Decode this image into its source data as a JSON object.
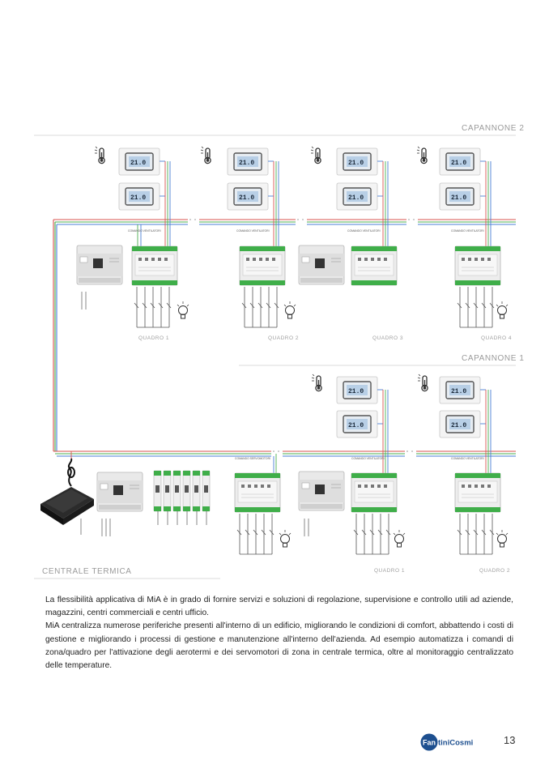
{
  "sections": {
    "capannone2": "CAPANNONE 2",
    "capannone1": "CAPANNONE 1",
    "centrale": "CENTRALE TERMICA"
  },
  "quadri_cap2": [
    "QUADRO 1",
    "QUADRO 2",
    "QUADRO 3",
    "QUADRO 4"
  ],
  "quadri_cap1": [
    "QUADRO 1",
    "QUADRO 2"
  ],
  "thermostat_display": "21.0",
  "module_caption": "COMANDO VENTILATORI",
  "module_caption_servo": "COMANDO SERVOMOTORI",
  "body_paragraphs": [
    "La flessibilità applicativa di MiA è in grado di fornire servizi e soluzioni di regolazione, supervisione e controllo utili ad aziende, magazzini, centri commerciali e centri ufficio.",
    "MiA centralizza numerose periferiche presenti all'interno di un edificio, migliorando le condizioni di comfort, abbattendo i costi di gestione e migliorando i processi di gestione e manutenzione all'interno dell'azienda. Ad esempio automatizza i comandi di zona/quadro per l'attivazione degli aerotermi e dei servomotori di zona in centrale termica, oltre al monitoraggio centralizzato delle temperature."
  ],
  "brand": {
    "prefix": "Fan",
    "name": "tiniCosmi",
    "color": "#1d4f8f"
  },
  "page_number": "13",
  "colors": {
    "wire_red": "#d9534f",
    "wire_green": "#4caf50",
    "wire_blue": "#4a7fd4",
    "module_green": "#3fae49"
  },
  "icons": [
    "thermometer-icon",
    "lightbulb-icon",
    "router-device"
  ]
}
